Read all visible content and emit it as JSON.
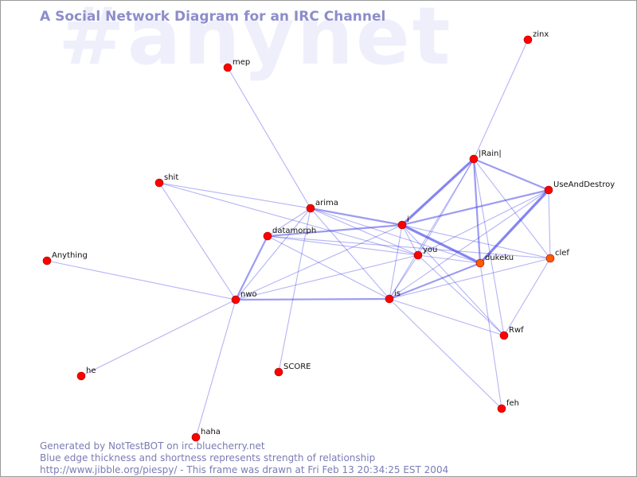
{
  "watermark": "#anynet",
  "title": "A Social Network Diagram for an IRC Channel",
  "footer": {
    "line1": "Generated by NotTestBOT on irc.bluecherry.net",
    "line2": "Blue edge thickness and shortness represents strength of relationship",
    "line3": "http://www.jibble.org/piespy/ - This frame was drawn at Fri Feb 13 20:34:25 EST 2004"
  },
  "colors": {
    "node": "#ff0000",
    "node_active": "#ff5a00",
    "edge": "#3a3ae6",
    "title": "#8d8dcb",
    "watermark": "#efeffc"
  },
  "nodes": [
    {
      "id": "zinx",
      "label": "zinx"
    },
    {
      "id": "mep",
      "label": "mep"
    },
    {
      "id": "rain",
      "label": "|Rain|"
    },
    {
      "id": "useanddestroy",
      "label": "UseAndDestroy"
    },
    {
      "id": "shit",
      "label": "shit"
    },
    {
      "id": "arima",
      "label": "arima"
    },
    {
      "id": "i",
      "label": "i"
    },
    {
      "id": "datamorph",
      "label": "datamorph"
    },
    {
      "id": "you",
      "label": "you"
    },
    {
      "id": "dukeku",
      "label": "dukeku",
      "active": true
    },
    {
      "id": "clef",
      "label": "clef",
      "active": true
    },
    {
      "id": "anything",
      "label": "Anything"
    },
    {
      "id": "nwo",
      "label": "nwo"
    },
    {
      "id": "is",
      "label": "is"
    },
    {
      "id": "rwf",
      "label": "Rwf"
    },
    {
      "id": "he",
      "label": "he"
    },
    {
      "id": "score",
      "label": "SCORE"
    },
    {
      "id": "feh",
      "label": "feh"
    },
    {
      "id": "haha",
      "label": "haha"
    }
  ],
  "edges": [
    {
      "source": "zinx",
      "target": "rain",
      "weight": 1
    },
    {
      "source": "mep",
      "target": "arima",
      "weight": 1
    },
    {
      "source": "rain",
      "target": "useanddestroy",
      "weight": 2
    },
    {
      "source": "rain",
      "target": "i",
      "weight": 3
    },
    {
      "source": "rain",
      "target": "dukeku",
      "weight": 2
    },
    {
      "source": "rain",
      "target": "you",
      "weight": 1
    },
    {
      "source": "rain",
      "target": "clef",
      "weight": 1
    },
    {
      "source": "rain",
      "target": "is",
      "weight": 1
    },
    {
      "source": "rain",
      "target": "rwf",
      "weight": 1
    },
    {
      "source": "useanddestroy",
      "target": "i",
      "weight": 2
    },
    {
      "source": "useanddestroy",
      "target": "dukeku",
      "weight": 3
    },
    {
      "source": "useanddestroy",
      "target": "clef",
      "weight": 1
    },
    {
      "source": "useanddestroy",
      "target": "you",
      "weight": 1
    },
    {
      "source": "useanddestroy",
      "target": "is",
      "weight": 1
    },
    {
      "source": "shit",
      "target": "arima",
      "weight": 1
    },
    {
      "source": "shit",
      "target": "nwo",
      "weight": 1
    },
    {
      "source": "shit",
      "target": "you",
      "weight": 1
    },
    {
      "source": "arima",
      "target": "i",
      "weight": 2
    },
    {
      "source": "arima",
      "target": "datamorph",
      "weight": 1
    },
    {
      "source": "arima",
      "target": "nwo",
      "weight": 1
    },
    {
      "source": "arima",
      "target": "is",
      "weight": 1
    },
    {
      "source": "arima",
      "target": "score",
      "weight": 1
    },
    {
      "source": "arima",
      "target": "you",
      "weight": 1
    },
    {
      "source": "arima",
      "target": "dukeku",
      "weight": 1
    },
    {
      "source": "i",
      "target": "datamorph",
      "weight": 2
    },
    {
      "source": "i",
      "target": "dukeku",
      "weight": 3
    },
    {
      "source": "i",
      "target": "nwo",
      "weight": 1
    },
    {
      "source": "i",
      "target": "is",
      "weight": 1
    },
    {
      "source": "i",
      "target": "rwf",
      "weight": 1
    },
    {
      "source": "i",
      "target": "clef",
      "weight": 1
    },
    {
      "source": "i",
      "target": "you",
      "weight": 1
    },
    {
      "source": "datamorph",
      "target": "nwo",
      "weight": 2
    },
    {
      "source": "datamorph",
      "target": "you",
      "weight": 1
    },
    {
      "source": "datamorph",
      "target": "is",
      "weight": 1
    },
    {
      "source": "datamorph",
      "target": "clef",
      "weight": 1
    },
    {
      "source": "you",
      "target": "dukeku",
      "weight": 1
    },
    {
      "source": "you",
      "target": "nwo",
      "weight": 1
    },
    {
      "source": "you",
      "target": "rwf",
      "weight": 1
    },
    {
      "source": "you",
      "target": "is",
      "weight": 1
    },
    {
      "source": "dukeku",
      "target": "is",
      "weight": 2
    },
    {
      "source": "dukeku",
      "target": "feh",
      "weight": 1
    },
    {
      "source": "clef",
      "target": "is",
      "weight": 1
    },
    {
      "source": "clef",
      "target": "rwf",
      "weight": 1
    },
    {
      "source": "anything",
      "target": "nwo",
      "weight": 1
    },
    {
      "source": "nwo",
      "target": "is",
      "weight": 2
    },
    {
      "source": "nwo",
      "target": "he",
      "weight": 1
    },
    {
      "source": "nwo",
      "target": "haha",
      "weight": 1
    },
    {
      "source": "is",
      "target": "feh",
      "weight": 1
    },
    {
      "source": "is",
      "target": "rwf",
      "weight": 1
    }
  ]
}
